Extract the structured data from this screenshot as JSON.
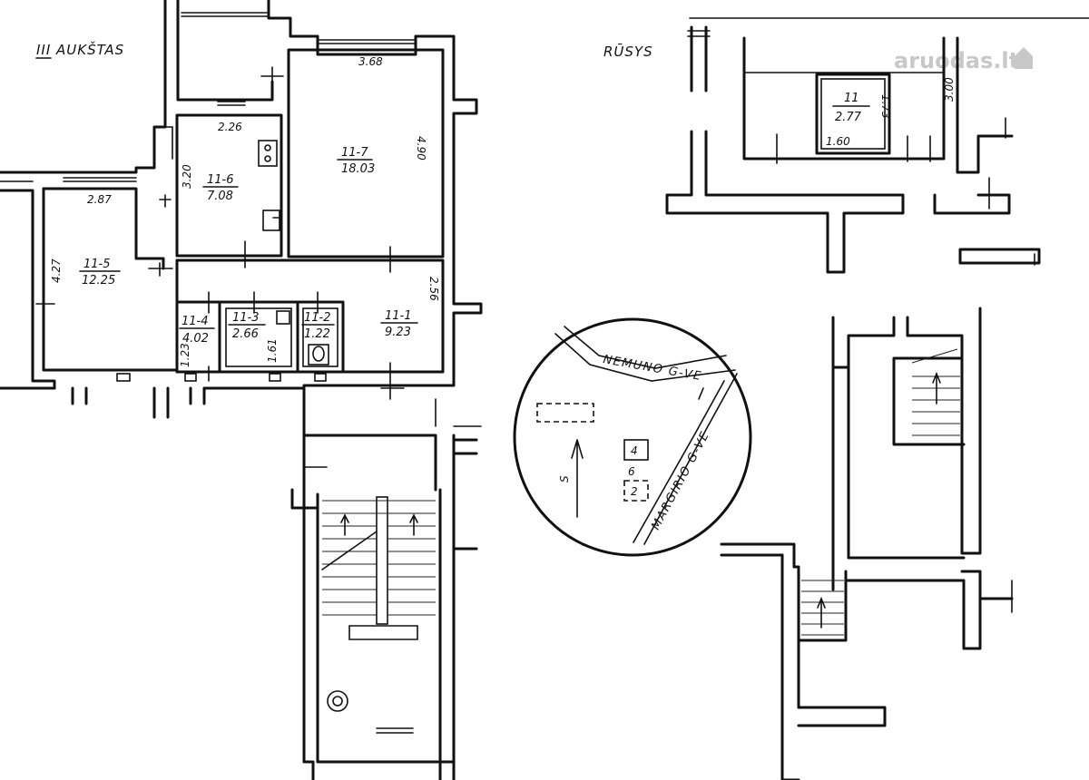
{
  "headings": {
    "floor": "III AUKŠTAS",
    "basement": "RŪSYS"
  },
  "watermark": "aruodas.lt",
  "rooms": [
    {
      "id": "11-7",
      "area": "18.03"
    },
    {
      "id": "11-6",
      "area": "7.08"
    },
    {
      "id": "11-5",
      "area": "12.25"
    },
    {
      "id": "11-4",
      "area": "4.02"
    },
    {
      "id": "11-3",
      "area": "2.66"
    },
    {
      "id": "11-2",
      "area": "1.22"
    },
    {
      "id": "11-1",
      "area": "9.23"
    }
  ],
  "dimensions": {
    "r7_width": "3.68",
    "r7_height": "4.90",
    "r6_width": "2.26",
    "r6_height": "3.20",
    "r5_width": "2.87",
    "r5_height": "4.27",
    "hall_depth": "2.56",
    "r4_width": "1.23",
    "r3_fixture": "1.61"
  },
  "basement_room": {
    "id": "11",
    "area": "2.77",
    "width": "1.60",
    "depth": "1.73",
    "corridor": "3.00"
  },
  "site_plan": {
    "street_1": "NEMUNO G-VE",
    "street_2": "MARGIRIO G-VE",
    "north": "S",
    "house_numbers": [
      "4",
      "6",
      "2"
    ]
  },
  "colors": {
    "ink": "#111111",
    "paper": "#ffffff",
    "watermark": "#c8c8c8"
  }
}
